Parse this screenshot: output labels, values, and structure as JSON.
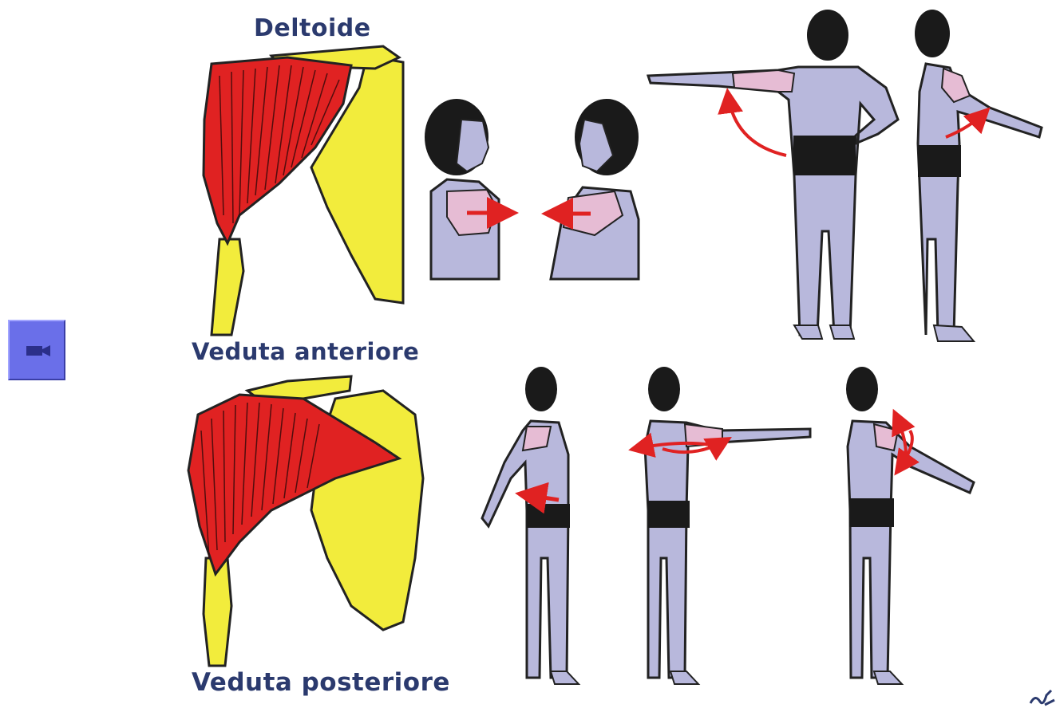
{
  "diagram": {
    "title": "Deltoide",
    "view_anterior": "Veduta anteriore",
    "view_posterior": "Veduta posteriore"
  },
  "colors": {
    "muscle": "#e02222",
    "bone": "#f2ec3c",
    "skin": "#b8b8dc",
    "deltoid_highlight": "#e6bcd4",
    "arrow": "#e02222",
    "label": "#2b3a6e",
    "button": "#6a6fe9"
  },
  "icons": {
    "video_button": "video-camera-icon"
  }
}
